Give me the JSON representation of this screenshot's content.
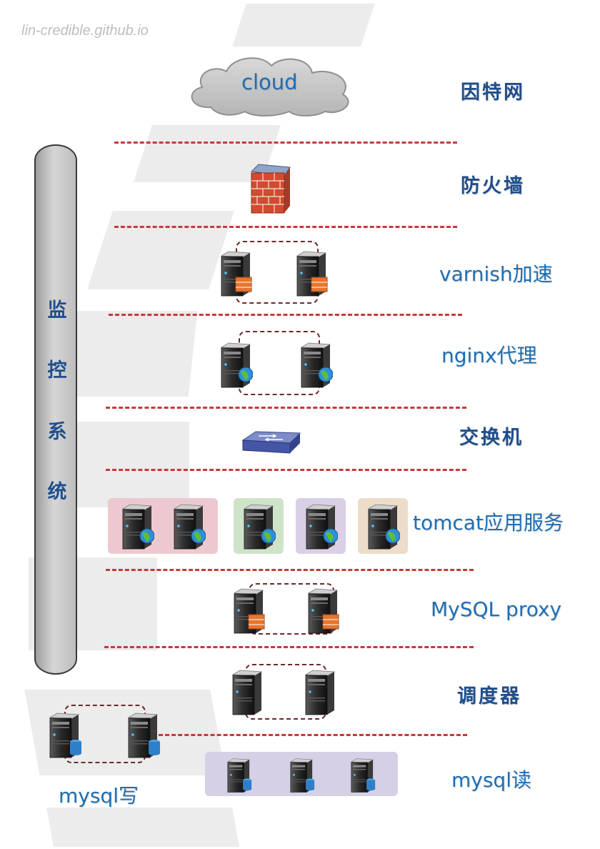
{
  "watermark": "lin-credible.github.io",
  "cloud_label": "cloud",
  "monitor": {
    "chars": [
      "监",
      "控",
      "系",
      "统"
    ]
  },
  "layers": {
    "internet": "因特网",
    "firewall": "防火墙",
    "varnish": "varnish加速",
    "nginx": "nginx代理",
    "switch": "交换机",
    "tomcat": "tomcat应用服务",
    "mysql_proxy": "MySQL proxy",
    "scheduler": "调度器",
    "mysql_read": "mysql读",
    "mysql_write": "mysql写"
  },
  "colors": {
    "label_blue": "#1f6fb4",
    "divider_red": "#c43a3a",
    "tomcat_tiles": [
      "#ecc9d0",
      "#cfe3c9",
      "#d9d0e6",
      "#ecdcc9"
    ],
    "mysql_read_panel": "#d6d0e6"
  },
  "icons": {
    "cloud": "cloud-icon",
    "firewall": "firewall-icon",
    "switch": "switch-icon",
    "server_fw": "server-firewall-icon",
    "server_web": "server-globe-icon",
    "server_plain": "server-icon",
    "server_db": "server-database-icon"
  }
}
